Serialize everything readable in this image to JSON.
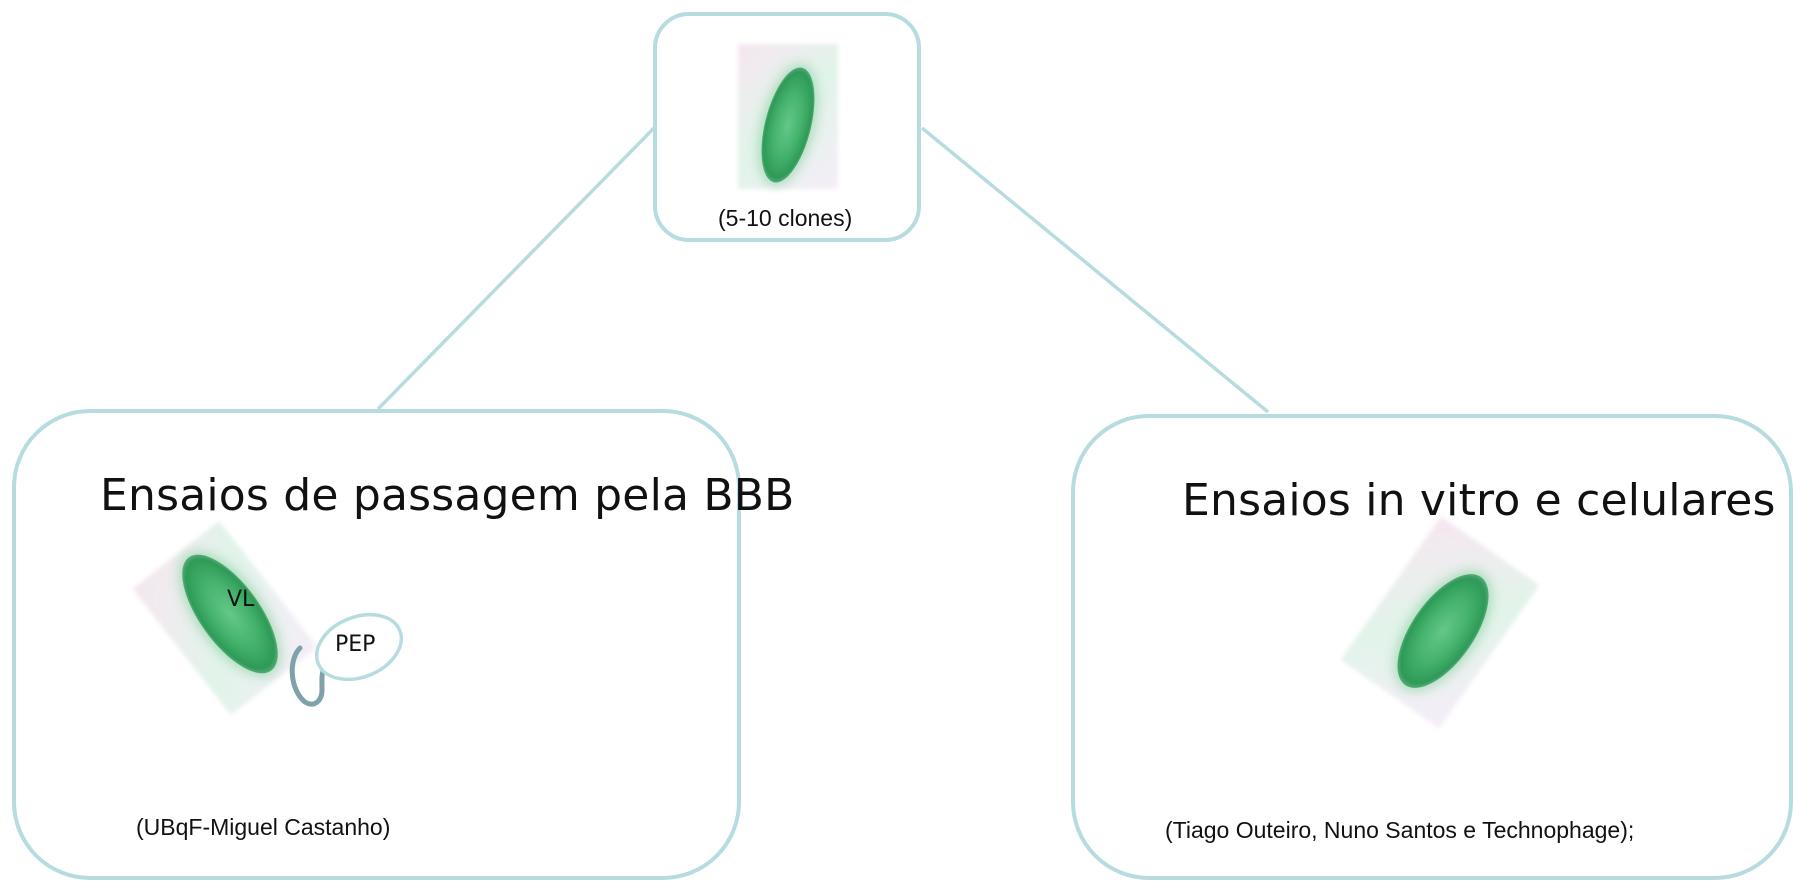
{
  "top_node": {
    "caption": "(5-10 clones)"
  },
  "left_node": {
    "title": "Ensaios de passagem pela BBB",
    "caption": "(UBqF-Miguel Castanho)",
    "cell_label": "VL",
    "peptide_label": "PEP"
  },
  "right_node": {
    "title": "Ensaios in vitro e celulares",
    "caption": "(Tiago Outeiro, Nuno Santos e Technophage);"
  },
  "colors": {
    "border": "#b6dce0",
    "connector": "#b6dce0",
    "cell": "#43b26c",
    "linker": "#7fa1a8"
  }
}
